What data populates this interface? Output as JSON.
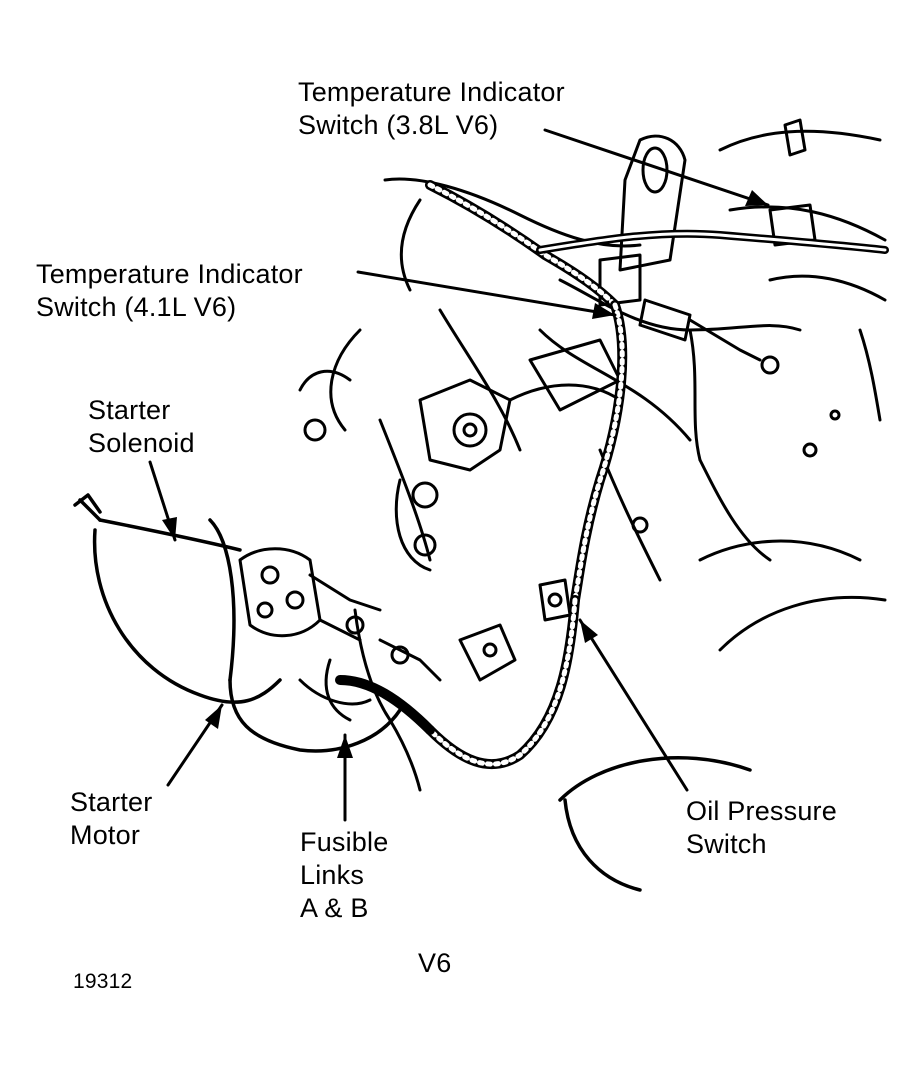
{
  "labels": {
    "temp_switch_38": {
      "line1": "Temperature Indicator",
      "line2": "Switch (3.8L V6)"
    },
    "temp_switch_41": {
      "line1": "Temperature Indicator",
      "line2": "Switch (4.1L V6)"
    },
    "starter_solenoid": {
      "line1": "Starter",
      "line2": "Solenoid"
    },
    "starter_motor": {
      "line1": "Starter",
      "line2": "Motor"
    },
    "fusible_links": {
      "line1": "Fusible",
      "line2": "Links",
      "line3": "A & B"
    },
    "oil_pressure_switch": {
      "line1": "Oil Pressure",
      "line2": "Switch"
    }
  },
  "caption": "V6",
  "figure_number": "19312",
  "colors": {
    "ink": "#000000",
    "paper": "#ffffff"
  }
}
